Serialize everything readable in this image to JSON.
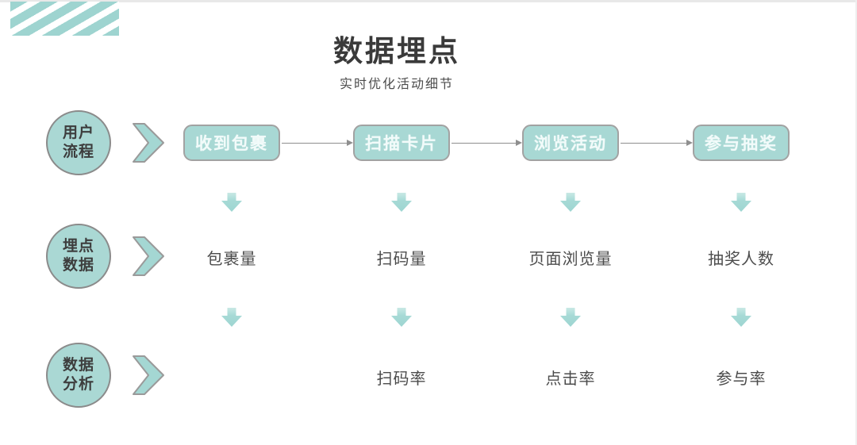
{
  "slide": {
    "title": "数据埋点",
    "subtitle": "实时优化活动细节"
  },
  "rows": [
    {
      "id": "user-flow",
      "label": [
        "用户",
        "流程"
      ]
    },
    {
      "id": "tracking-data",
      "label": [
        "埋点",
        "数据"
      ]
    },
    {
      "id": "data-analysis",
      "label": [
        "数据",
        "分析"
      ]
    }
  ],
  "columns": [
    {
      "step": "收到包裹",
      "metric": "包裹量",
      "analysis": ""
    },
    {
      "step": "扫描卡片",
      "metric": "扫码量",
      "analysis": "扫码率"
    },
    {
      "step": "浏览活动",
      "metric": "页面浏览量",
      "analysis": "点击率"
    },
    {
      "step": "参与抽奖",
      "metric": "抽奖人数",
      "analysis": "参与率"
    }
  ],
  "colors": {
    "teal": "#a8d8d4",
    "teal_light": "#c9e9e5",
    "box_text": "#f2fbfa",
    "dark_text": "#3d3d3d",
    "body_text": "#4c4c4c",
    "connector": "#8f8f8f",
    "shape_border": "#9a9a9a",
    "top_edge": "#e8e8e8"
  }
}
